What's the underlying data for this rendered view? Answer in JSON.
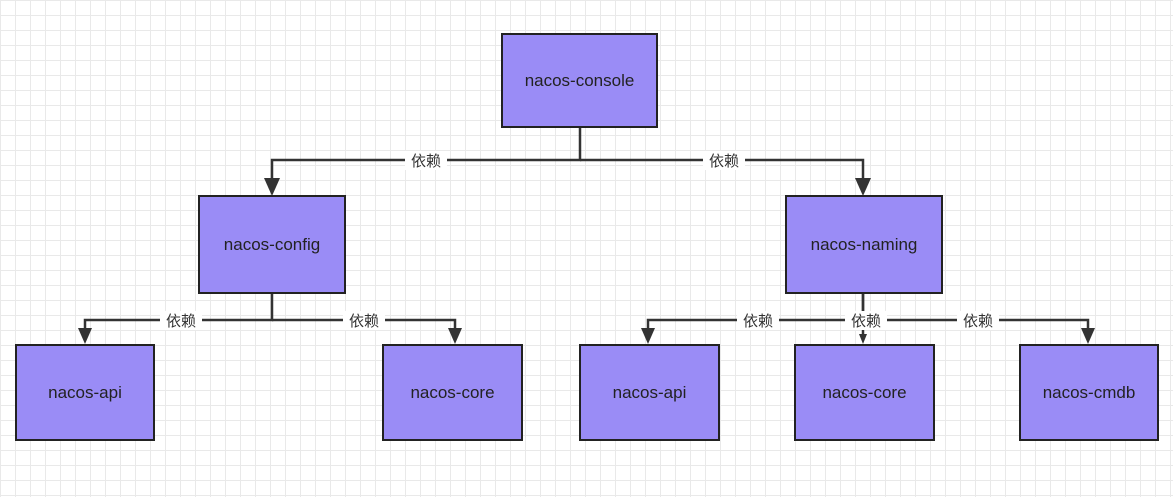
{
  "nodes": {
    "console": "nacos-console",
    "config": "nacos-config",
    "naming": "nacos-naming",
    "config_api": "nacos-api",
    "config_core": "nacos-core",
    "naming_api": "nacos-api",
    "naming_core": "nacos-core",
    "naming_cmdb": "nacos-cmdb"
  },
  "edge_label": "依赖",
  "colors": {
    "node_fill": "#9a8cf6",
    "node_border": "#222222",
    "edge": "#333333",
    "grid": "#e9e9e9"
  }
}
